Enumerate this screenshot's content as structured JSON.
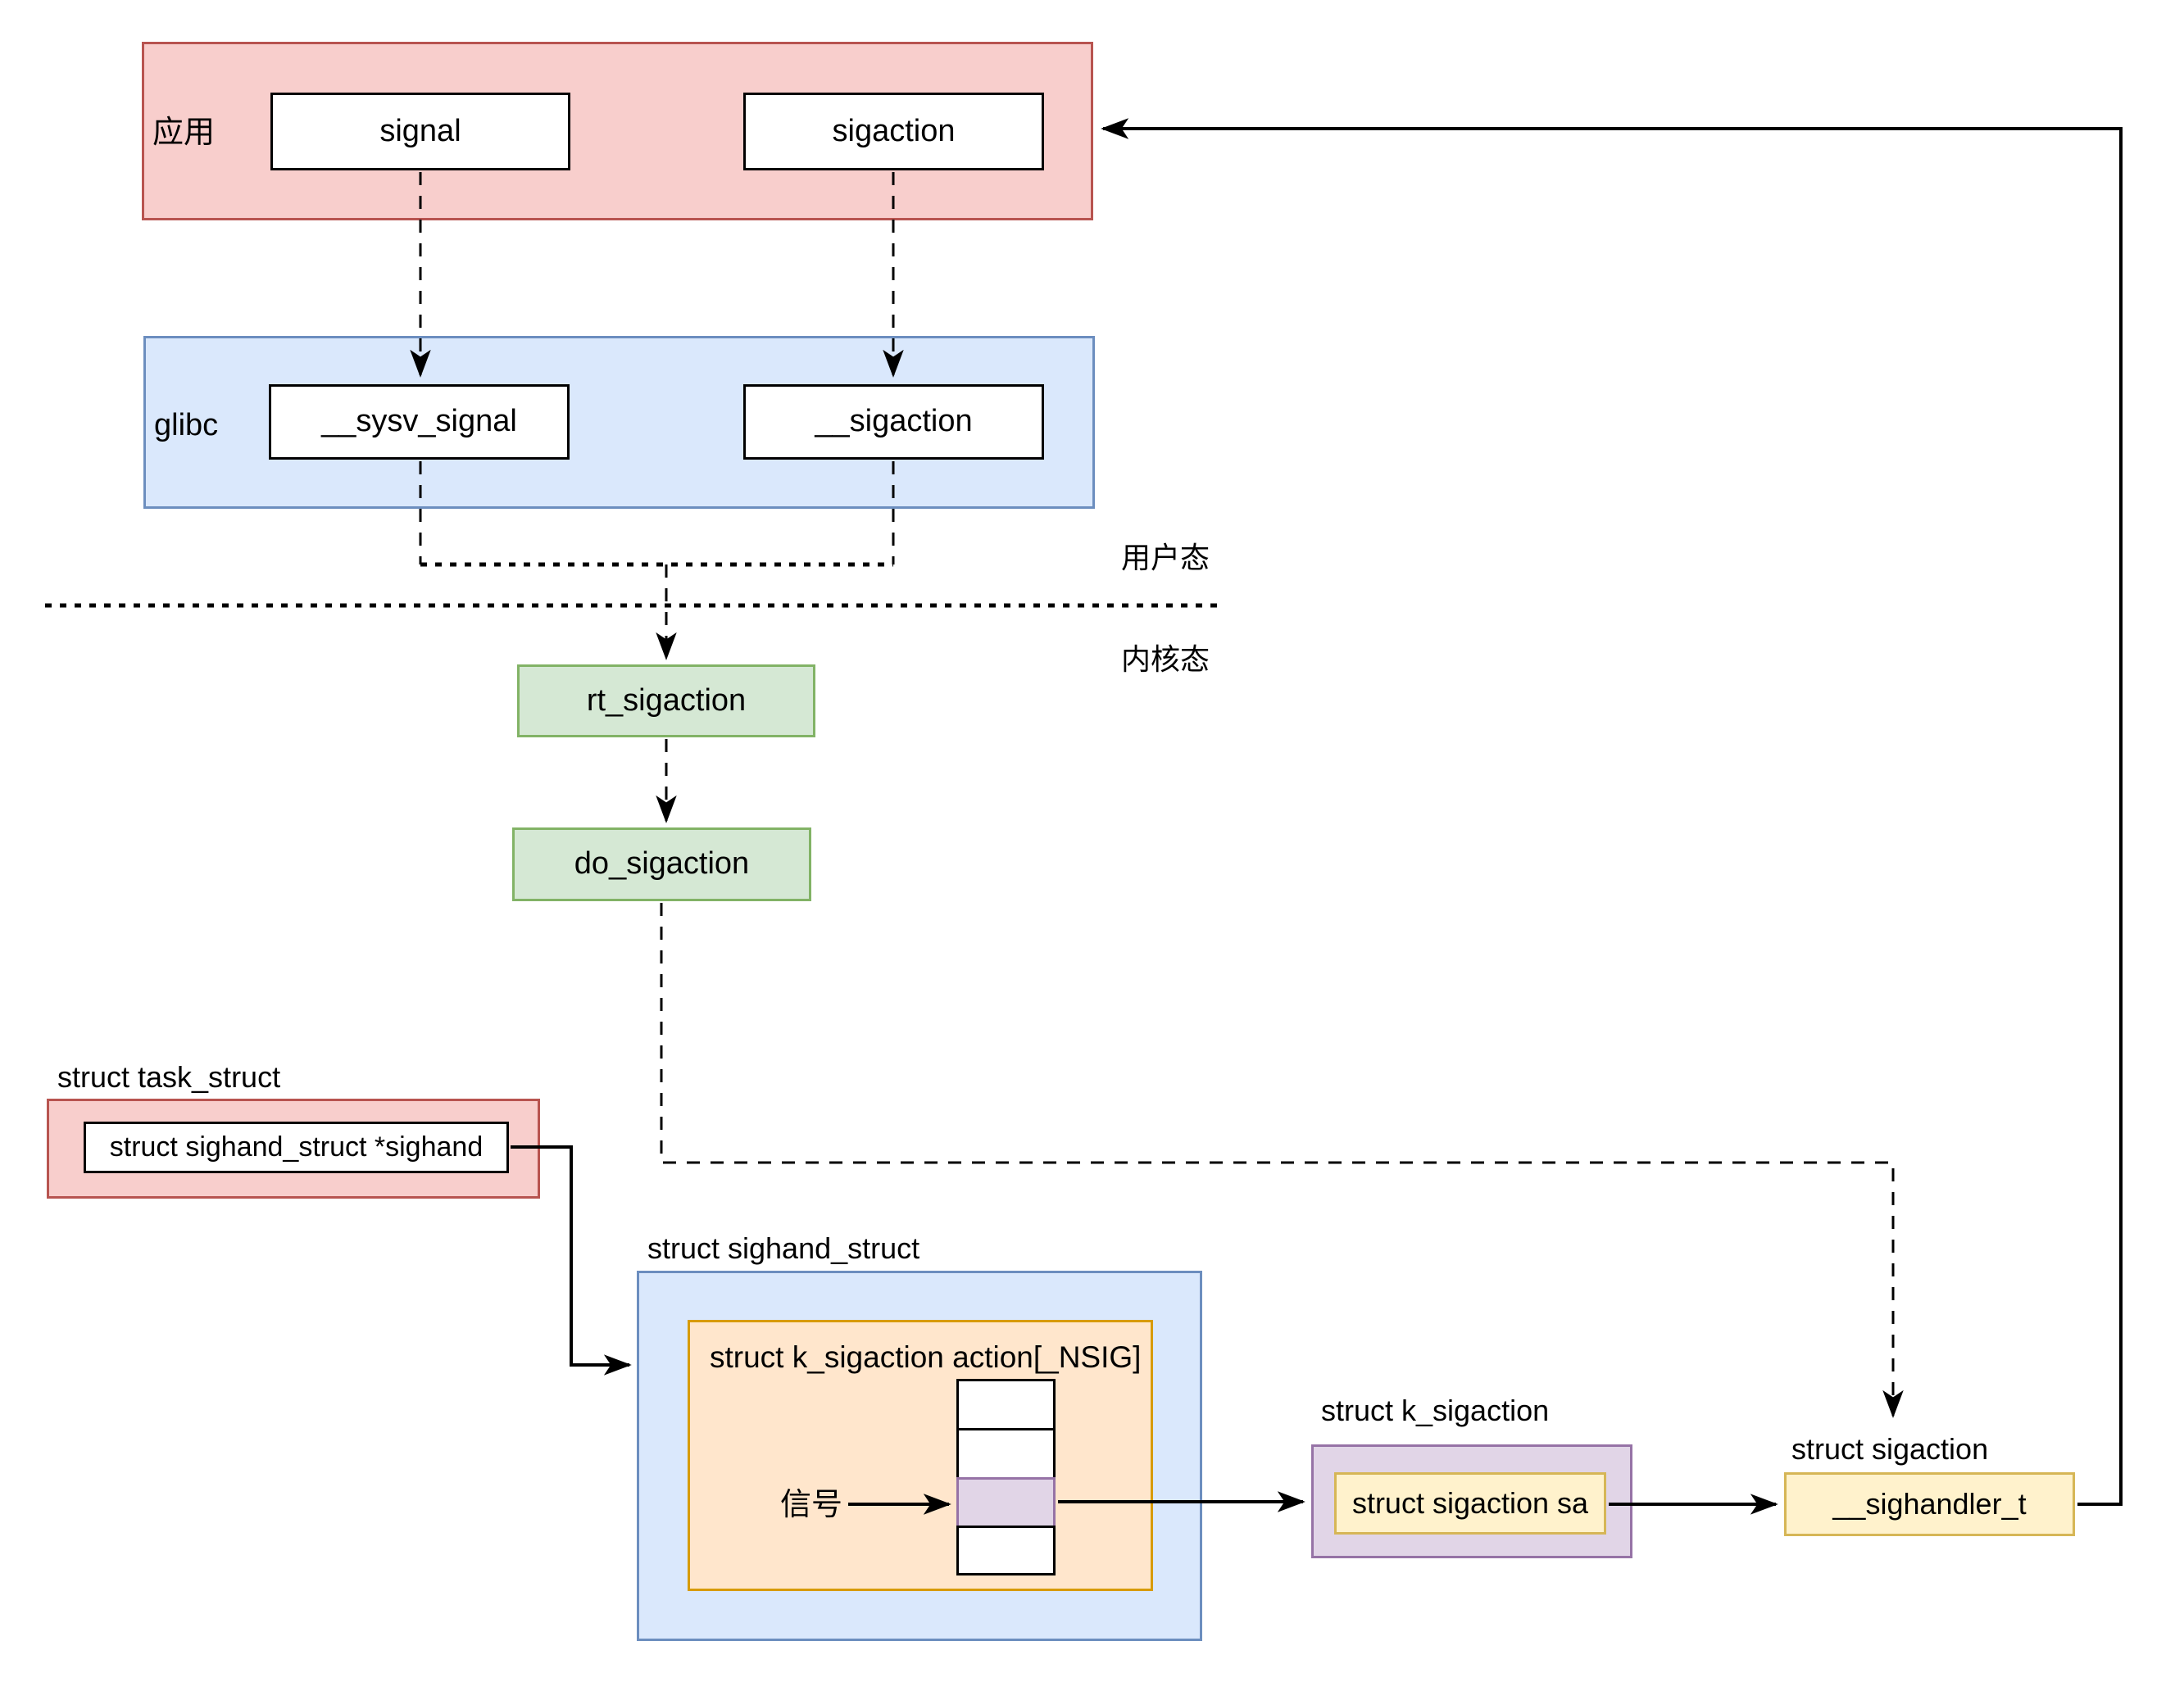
{
  "diagram_title": "Linux signal / sigaction registration flow",
  "nodes": {
    "app_label": "应用",
    "signal_fn": "signal",
    "sigaction_fn": "sigaction",
    "glibc_label": "glibc",
    "sysv_signal_fn": "__sysv_signal",
    "glibc_sigaction_fn": "__sigaction",
    "rt_sigaction_fn": "rt_sigaction",
    "do_sigaction_fn": "do_sigaction",
    "user_mode_label": "用户态",
    "kernel_mode_label": "内核态",
    "task_struct_title": "struct task_struct",
    "sighand_ptr_field": "struct sighand_struct *sighand",
    "sighand_struct_title": "struct sighand_struct",
    "action_array_title": "struct k_sigaction action[_NSIG]",
    "signal_cn_label": "信号",
    "k_sigaction_title": "struct k_sigaction",
    "sigaction_sa_field": "struct sigaction sa",
    "sigaction_struct_title": "struct sigaction",
    "sighandler_t_field": "__sighandler_t"
  },
  "array_cells": {
    "count": 4,
    "highlighted_index": 2
  },
  "colors": {
    "app_fill": "#f8cecc",
    "app_stroke": "#b85450",
    "glibc_fill": "#dae8fc",
    "glibc_stroke": "#6c8ebf",
    "kernel_fn_fill": "#d5e8d4",
    "kernel_fn_stroke": "#82b366",
    "array_fill": "#ffe6cc",
    "array_stroke": "#d79b00",
    "k_sigaction_fill": "#e1d5e7",
    "k_sigaction_stroke": "#9673a6",
    "sigaction_fill": "#fff2cc",
    "sigaction_stroke": "#d6b656",
    "line": "#000000",
    "background": "#ffffff"
  }
}
